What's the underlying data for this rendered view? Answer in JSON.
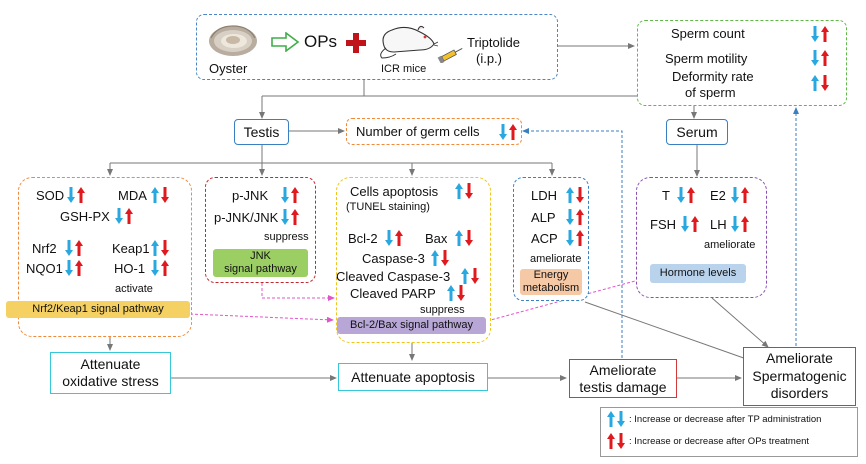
{
  "top": {
    "oyster_label": "Oyster",
    "ops_label": "OPs",
    "mice_label": "ICR mice",
    "triptolide_line1": "Triptolide",
    "triptolide_line2": "(i.p.)"
  },
  "sperm": {
    "count": "Sperm count",
    "motility": "Sperm motility",
    "deformity_line1": "Deformity rate",
    "deformity_line2": "of sperm"
  },
  "testis": "Testis",
  "serum": "Serum",
  "germ_cells": "Number of germ cells",
  "oxidative": {
    "sod": "SOD",
    "mda": "MDA",
    "gshpx": "GSH-PX",
    "nrf2": "Nrf2",
    "keap1": "Keap1",
    "nqo1": "NQO1",
    "ho1": "HO-1",
    "activate": "activate",
    "pathway": "Nrf2/Keap1 signal pathway"
  },
  "jnk": {
    "pjnk": "p-JNK",
    "pjnk_ratio": "p-JNK/JNK",
    "suppress": "suppress",
    "pathway_line1": "JNK",
    "pathway_line2": "signal pathway"
  },
  "apoptosis": {
    "cells_apoptosis": "Cells apoptosis",
    "tunel": "(TUNEL staining)",
    "bcl2": "Bcl-2",
    "bax": "Bax",
    "caspase3": "Caspase-3",
    "cleaved_caspase3": "Cleaved Caspase-3",
    "cleaved_parp": "Cleaved PARP",
    "suppress": "suppress",
    "pathway": "Bcl-2/Bax signal pathway"
  },
  "energy": {
    "ldh": "LDH",
    "alp": "ALP",
    "acp": "ACP",
    "ameliorate": "ameliorate",
    "pathway_line1": "Energy",
    "pathway_line2": "metabolism"
  },
  "hormone": {
    "t": "T",
    "e2": "E2",
    "fsh": "FSH",
    "lh": "LH",
    "ameliorate": "ameliorate",
    "pathway": "Hormone levels"
  },
  "outcomes": {
    "oxidative_line1": "Attenuate",
    "oxidative_line2": "oxidative stress",
    "apoptosis": "Attenuate apoptosis",
    "testis_line1": "Ameliorate",
    "testis_line2": "testis damage",
    "spermatogenic_line1": "Ameliorate",
    "spermatogenic_line2": "Spermatogenic",
    "spermatogenic_line3": "disorders"
  },
  "legend": {
    "tp": ": Increase or decrease after TP administration",
    "ops": ": Increase or decrease after OPs treatment"
  },
  "colors": {
    "blue_arrow": "#29a8e0",
    "red_arrow": "#e0191e",
    "top_border": "#4a86c8",
    "sperm_border": "#5fb847",
    "oxidative_border": "#f08a3a",
    "jnk_border": "#c0282e",
    "apoptosis_border": "#f0c419",
    "energy_border": "#3a7fc0",
    "hormone_border": "#8a4fb0",
    "nrf2_fill": "#f5d062",
    "jnk_fill": "#9ccf63",
    "bcl2_fill": "#b7a6d6",
    "energy_fill": "#f6c9a6",
    "hormone_fill": "#b9d3ec",
    "apoptosis_outcome_border": "#36c8d8",
    "outcome_red_border": "#d23a3a",
    "pink_dashed": "#e055c9",
    "plus_red": "#c0141a"
  }
}
